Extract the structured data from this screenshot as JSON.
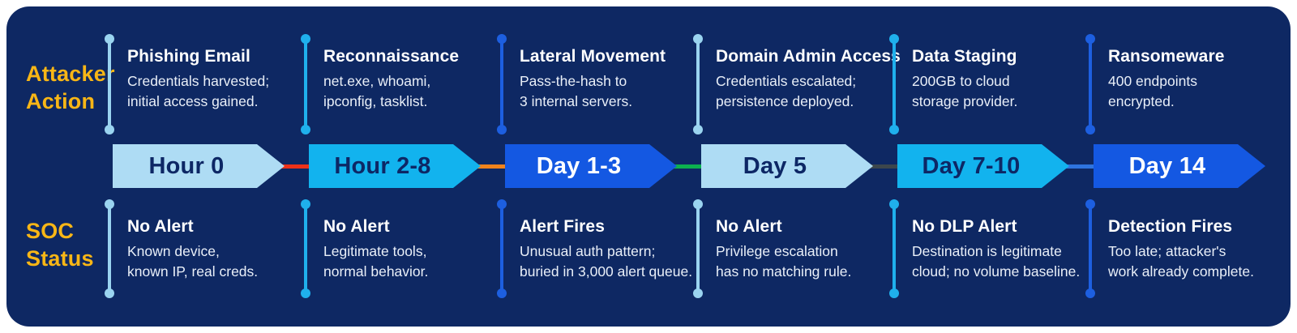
{
  "page": {
    "background": "#ffffff",
    "card_background": "#0E2863"
  },
  "colors": {
    "label_yellow": "#F8B616",
    "title_white": "#ffffff",
    "desc_white": "#e9eff8"
  },
  "themes": {
    "pale": {
      "arrow": "#AEDCF4",
      "text": "#0D2765",
      "line": "#9AD4F0"
    },
    "cyan": {
      "arrow": "#12B3EE",
      "text": "#0D2765",
      "line": "#1FB0EC"
    },
    "royal": {
      "arrow": "#1458E2",
      "text": "#FFFFFF",
      "line": "#1D5FE0"
    }
  },
  "row_labels": {
    "attacker": "Attacker Action",
    "soc": "SOC Status"
  },
  "stages": [
    {
      "theme": "pale",
      "time": "Hour 0",
      "action": {
        "title": "Phishing Email",
        "line1": "Credentials harvested;",
        "line2": "initial access gained."
      },
      "soc": {
        "title": "No Alert",
        "line1": "Known device,",
        "line2": "known IP, real creds."
      }
    },
    {
      "theme": "cyan",
      "time": "Hour 2-8",
      "action": {
        "title": "Reconnaissance",
        "line1": "net.exe, whoami,",
        "line2": "ipconfig, tasklist."
      },
      "soc": {
        "title": "No Alert",
        "line1": "Legitimate tools,",
        "line2": "normal behavior."
      }
    },
    {
      "theme": "royal",
      "time": "Day 1-3",
      "action": {
        "title": "Lateral Movement",
        "line1": "Pass-the-hash to",
        "line2": "3 internal servers."
      },
      "soc": {
        "title": "Alert Fires",
        "line1": "Unusual auth pattern;",
        "line2": "buried in 3,000 alert queue."
      }
    },
    {
      "theme": "pale",
      "time": "Day 5",
      "action": {
        "title": "Domain Admin Access",
        "line1": "Credentials escalated;",
        "line2": "persistence deployed."
      },
      "soc": {
        "title": "No Alert",
        "line1": "Privilege escalation",
        "line2": "has no matching rule."
      }
    },
    {
      "theme": "cyan",
      "time": "Day 7-10",
      "action": {
        "title": "Data Staging",
        "line1": "200GB to cloud",
        "line2": "storage provider."
      },
      "soc": {
        "title": "No DLP Alert",
        "line1": "Destination is legitimate",
        "line2": "cloud; no volume baseline."
      }
    },
    {
      "theme": "royal",
      "time": "Day 14",
      "action": {
        "title": "Ransomeware",
        "line1": "400 endpoints",
        "line2": "encrypted."
      },
      "soc": {
        "title": "Detection Fires",
        "line1": "Too late; attacker's",
        "line2": "work already complete."
      }
    }
  ],
  "connectors": [
    {
      "name": "hour0-to-hour2-8",
      "color": "#ED3118"
    },
    {
      "name": "hour2-8-to-day1-3",
      "color": "#F0831C"
    },
    {
      "name": "day1-3-to-day5",
      "color": "#0CB14F"
    },
    {
      "name": "day5-to-day7-10",
      "color": "#3C464C"
    },
    {
      "name": "day7-10-to-day14",
      "color": "#2E74DE"
    }
  ]
}
